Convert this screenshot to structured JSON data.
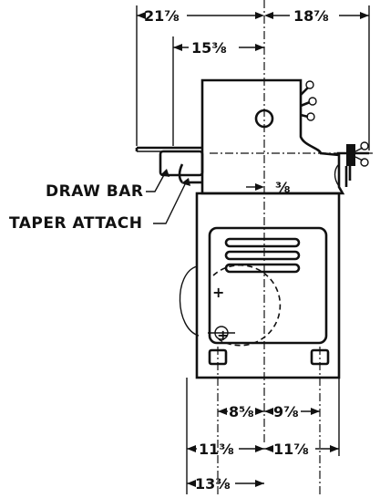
{
  "dimensions": {
    "left_overall": "21⅞",
    "right_overall": "18⅞",
    "left_inner": "15⅜",
    "center_offset": "⅜",
    "leg_left": "8⅝",
    "leg_right": "9⅞",
    "base_left": "11⅜",
    "base_right": "11⅞",
    "bottom": "13⅜"
  },
  "labels": {
    "draw_bar": "DRAW BAR",
    "taper_attach": "TAPER ATTACH"
  }
}
